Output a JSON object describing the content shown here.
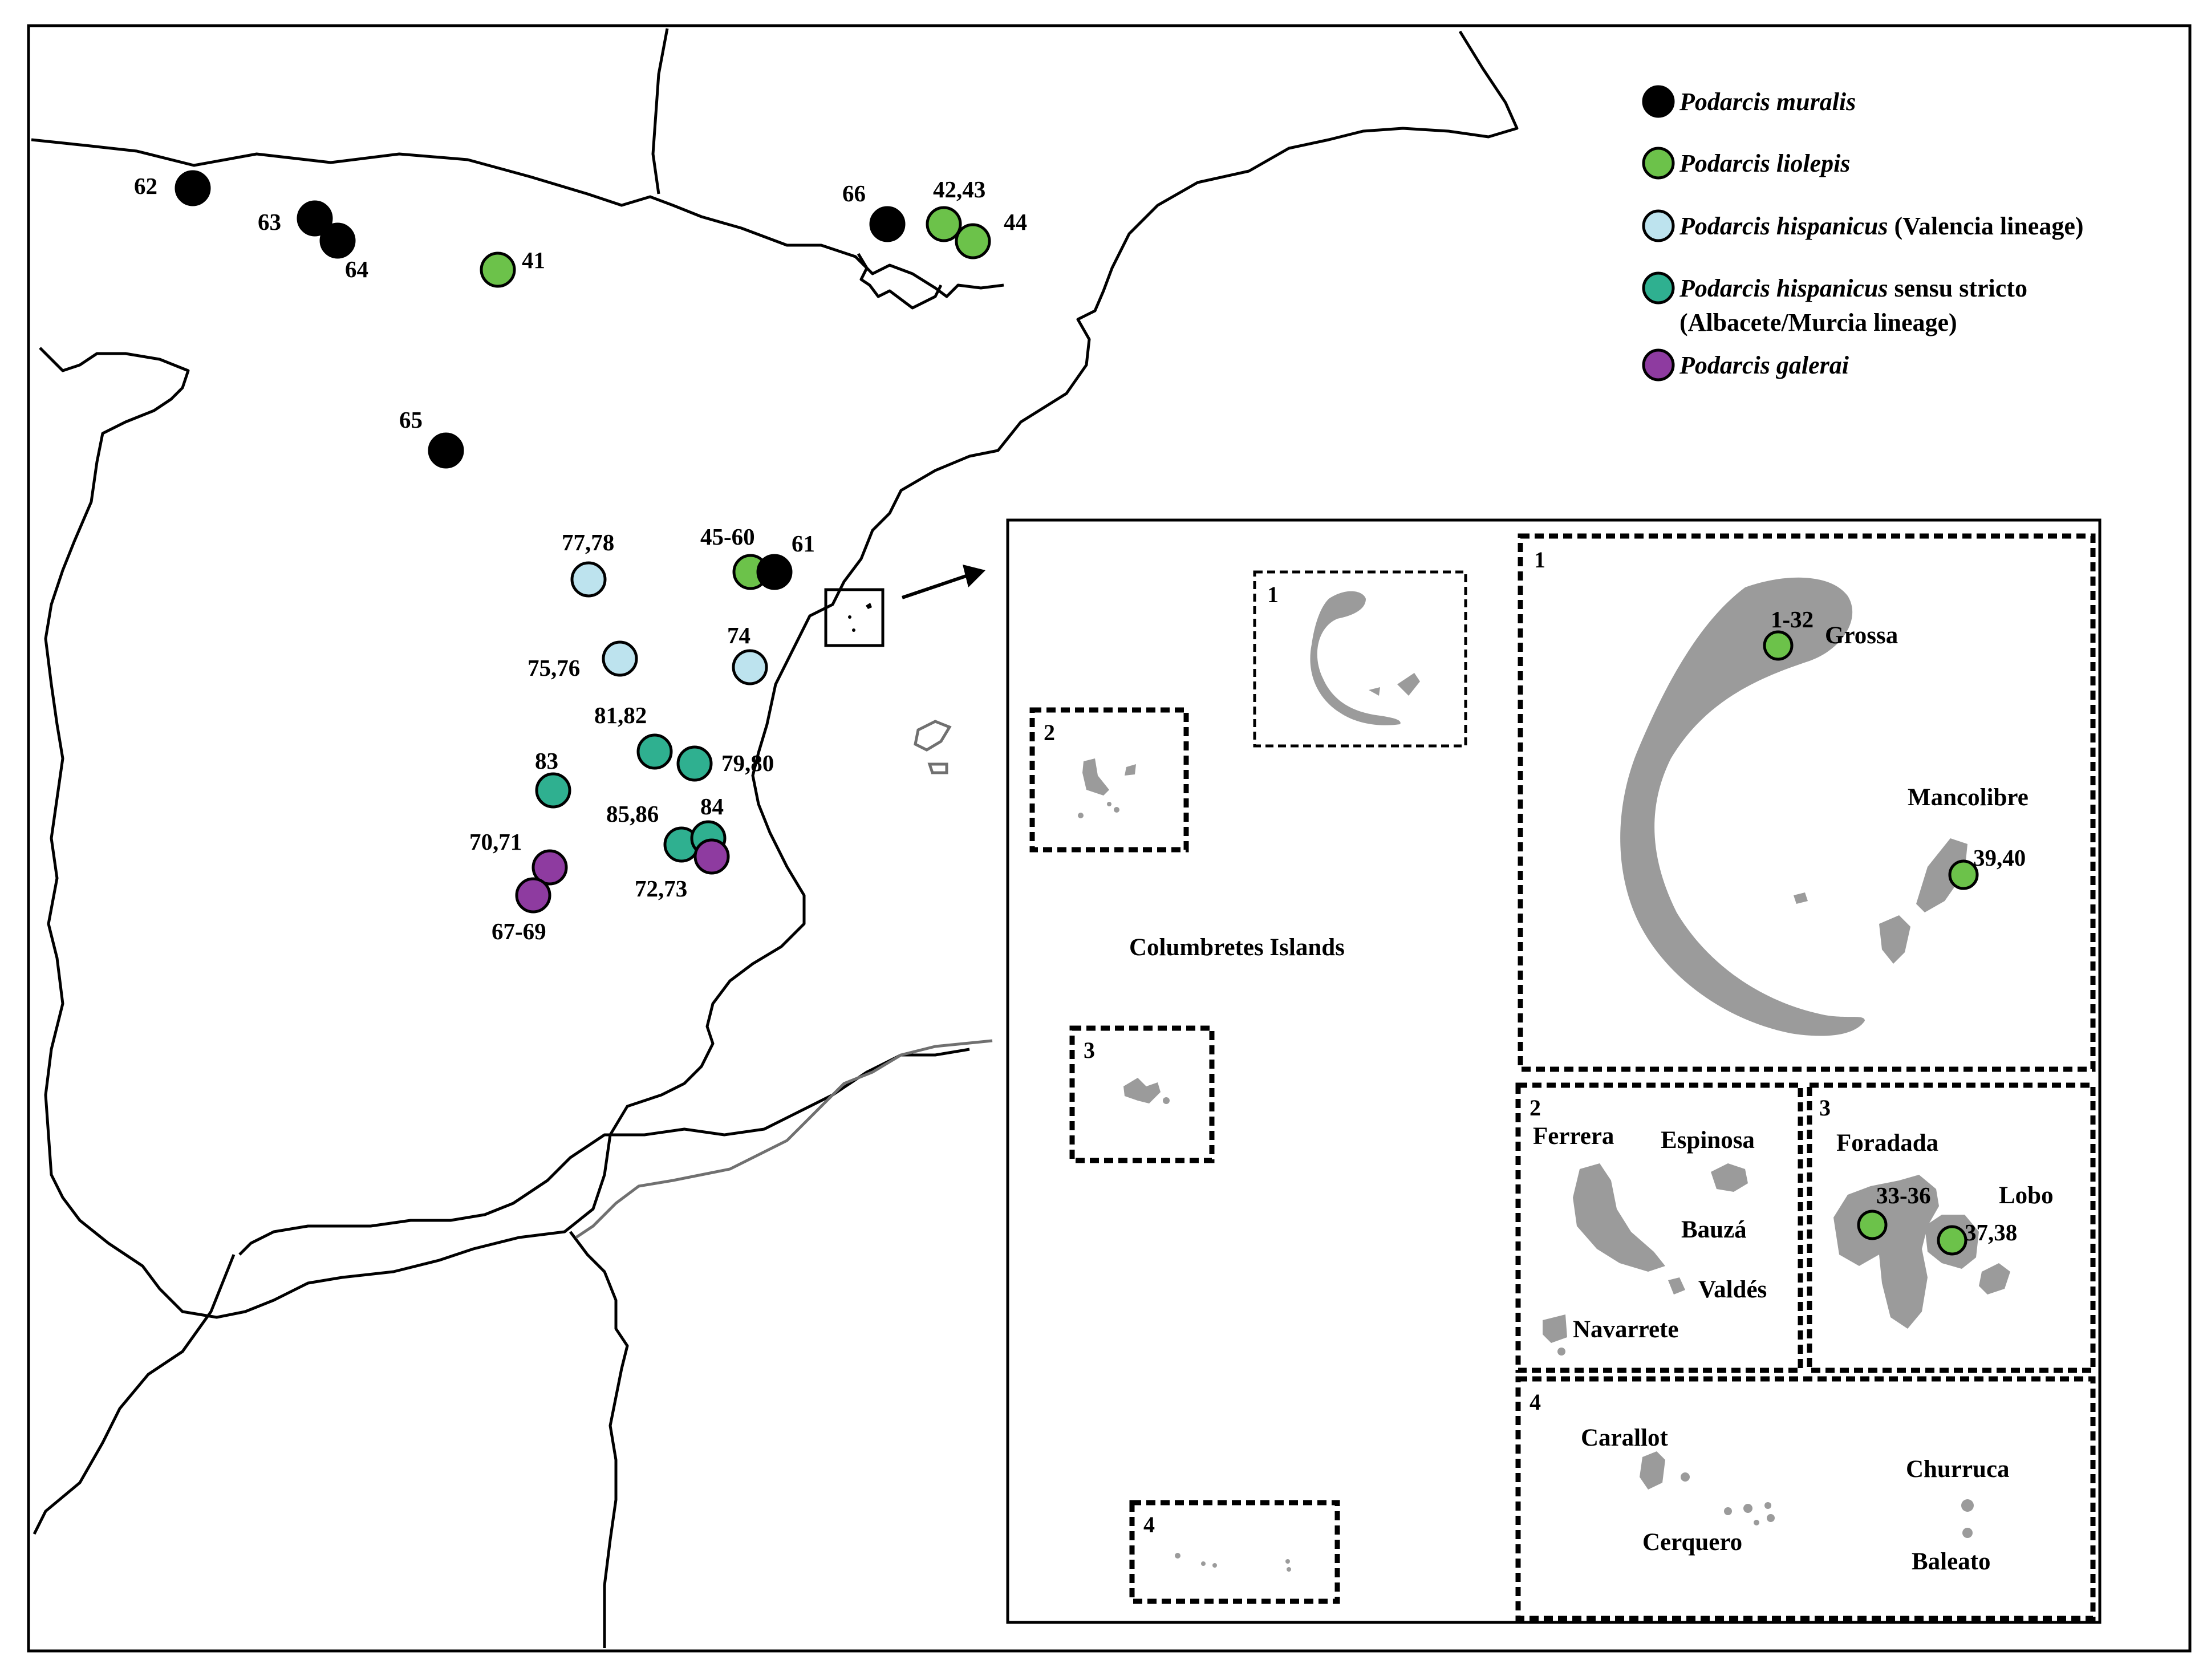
{
  "legend": [
    {
      "italic": "Podarcis muralis",
      "rest": "",
      "color": "#000000"
    },
    {
      "italic": "Podarcis liolepis",
      "rest": "",
      "color": "#6cc24a"
    },
    {
      "italic": "Podarcis hispanicus",
      "rest": " (Valencia lineage)",
      "color": "#bde3ee"
    },
    {
      "italic": "Podarcis hispanicus",
      "rest": " sensu stricto",
      "line2": "(Albacete/Murcia lineage)",
      "color": "#2fb090"
    },
    {
      "italic": "Podarcis galerai",
      "rest": "",
      "color": "#8e3ba0"
    }
  ],
  "sites": [
    {
      "label": "62",
      "species": "muralis"
    },
    {
      "label": "63",
      "species": "muralis"
    },
    {
      "label": "64",
      "species": "muralis"
    },
    {
      "label": "41",
      "species": "liolepis"
    },
    {
      "label": "65",
      "species": "muralis"
    },
    {
      "label": "66",
      "species": "muralis"
    },
    {
      "label": "42,43",
      "species": "liolepis"
    },
    {
      "label": "44",
      "species": "liolepis"
    },
    {
      "label": "77,78",
      "species": "hispanicus-valencia"
    },
    {
      "label": "45-60",
      "species": "liolepis"
    },
    {
      "label": "61",
      "species": "muralis"
    },
    {
      "label": "75,76",
      "species": "hispanicus-valencia"
    },
    {
      "label": "74",
      "species": "hispanicus-valencia"
    },
    {
      "label": "81,82",
      "species": "hispanicus-ss"
    },
    {
      "label": "79,80",
      "species": "hispanicus-ss"
    },
    {
      "label": "83",
      "species": "hispanicus-ss"
    },
    {
      "label": "85,86",
      "species": "hispanicus-ss"
    },
    {
      "label": "84",
      "species": "hispanicus-ss"
    },
    {
      "label": "72,73",
      "species": "galerai"
    },
    {
      "label": "70,71",
      "species": "galerai"
    },
    {
      "label": "67-69",
      "species": "galerai"
    }
  ],
  "inset": {
    "title": "Columbretes Islands",
    "boxes": [
      "1",
      "2",
      "3",
      "4"
    ],
    "detail_boxes": [
      "1",
      "2",
      "3",
      "4"
    ],
    "islands": {
      "grossa": "Grossa",
      "mancolibre": "Mancolibre",
      "ferrera": "Ferrera",
      "espinosa": "Espinosa",
      "bauza": "Bauzá",
      "valdes": "Valdés",
      "navarrete": "Navarrete",
      "foradada": "Foradada",
      "lobo": "Lobo",
      "carallot": "Carallot",
      "churruca": "Churruca",
      "cerquero": "Cerquero",
      "baleato": "Baleato"
    },
    "sites": [
      {
        "label": "1-32",
        "species": "liolepis"
      },
      {
        "label": "39,40",
        "species": "liolepis"
      },
      {
        "label": "33-36",
        "species": "liolepis"
      },
      {
        "label": "37,38",
        "species": "liolepis"
      }
    ]
  }
}
